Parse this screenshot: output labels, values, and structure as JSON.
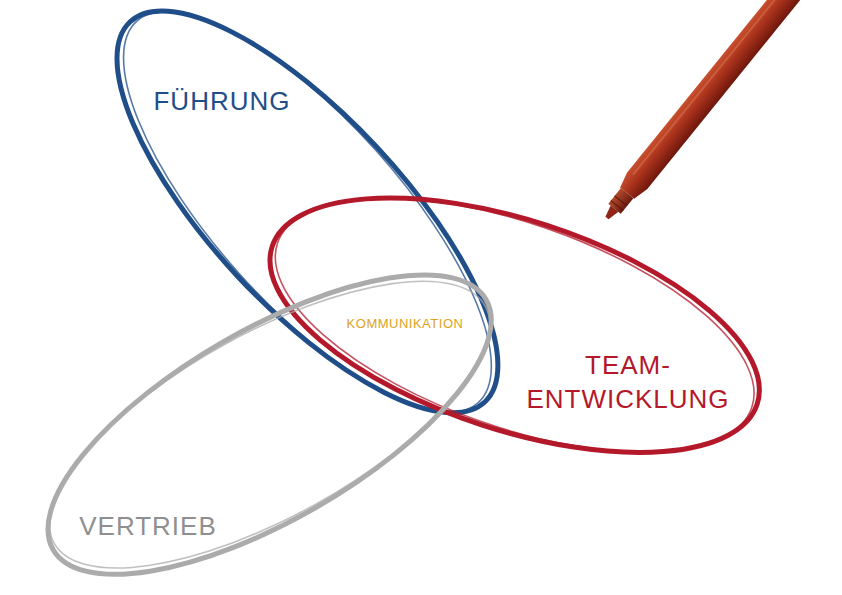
{
  "diagram": {
    "nodes": [
      {
        "text": [
          "FÜHRUNG"
        ]
      },
      {
        "text": [
          "TEAM- ENTWICKLUNG"
        ]
      },
      {
        "text": [
          "VERTRIEB"
        ]
      }
    ],
    "labels": [
      "KOMMUNIKATION"
    ]
  }
}
